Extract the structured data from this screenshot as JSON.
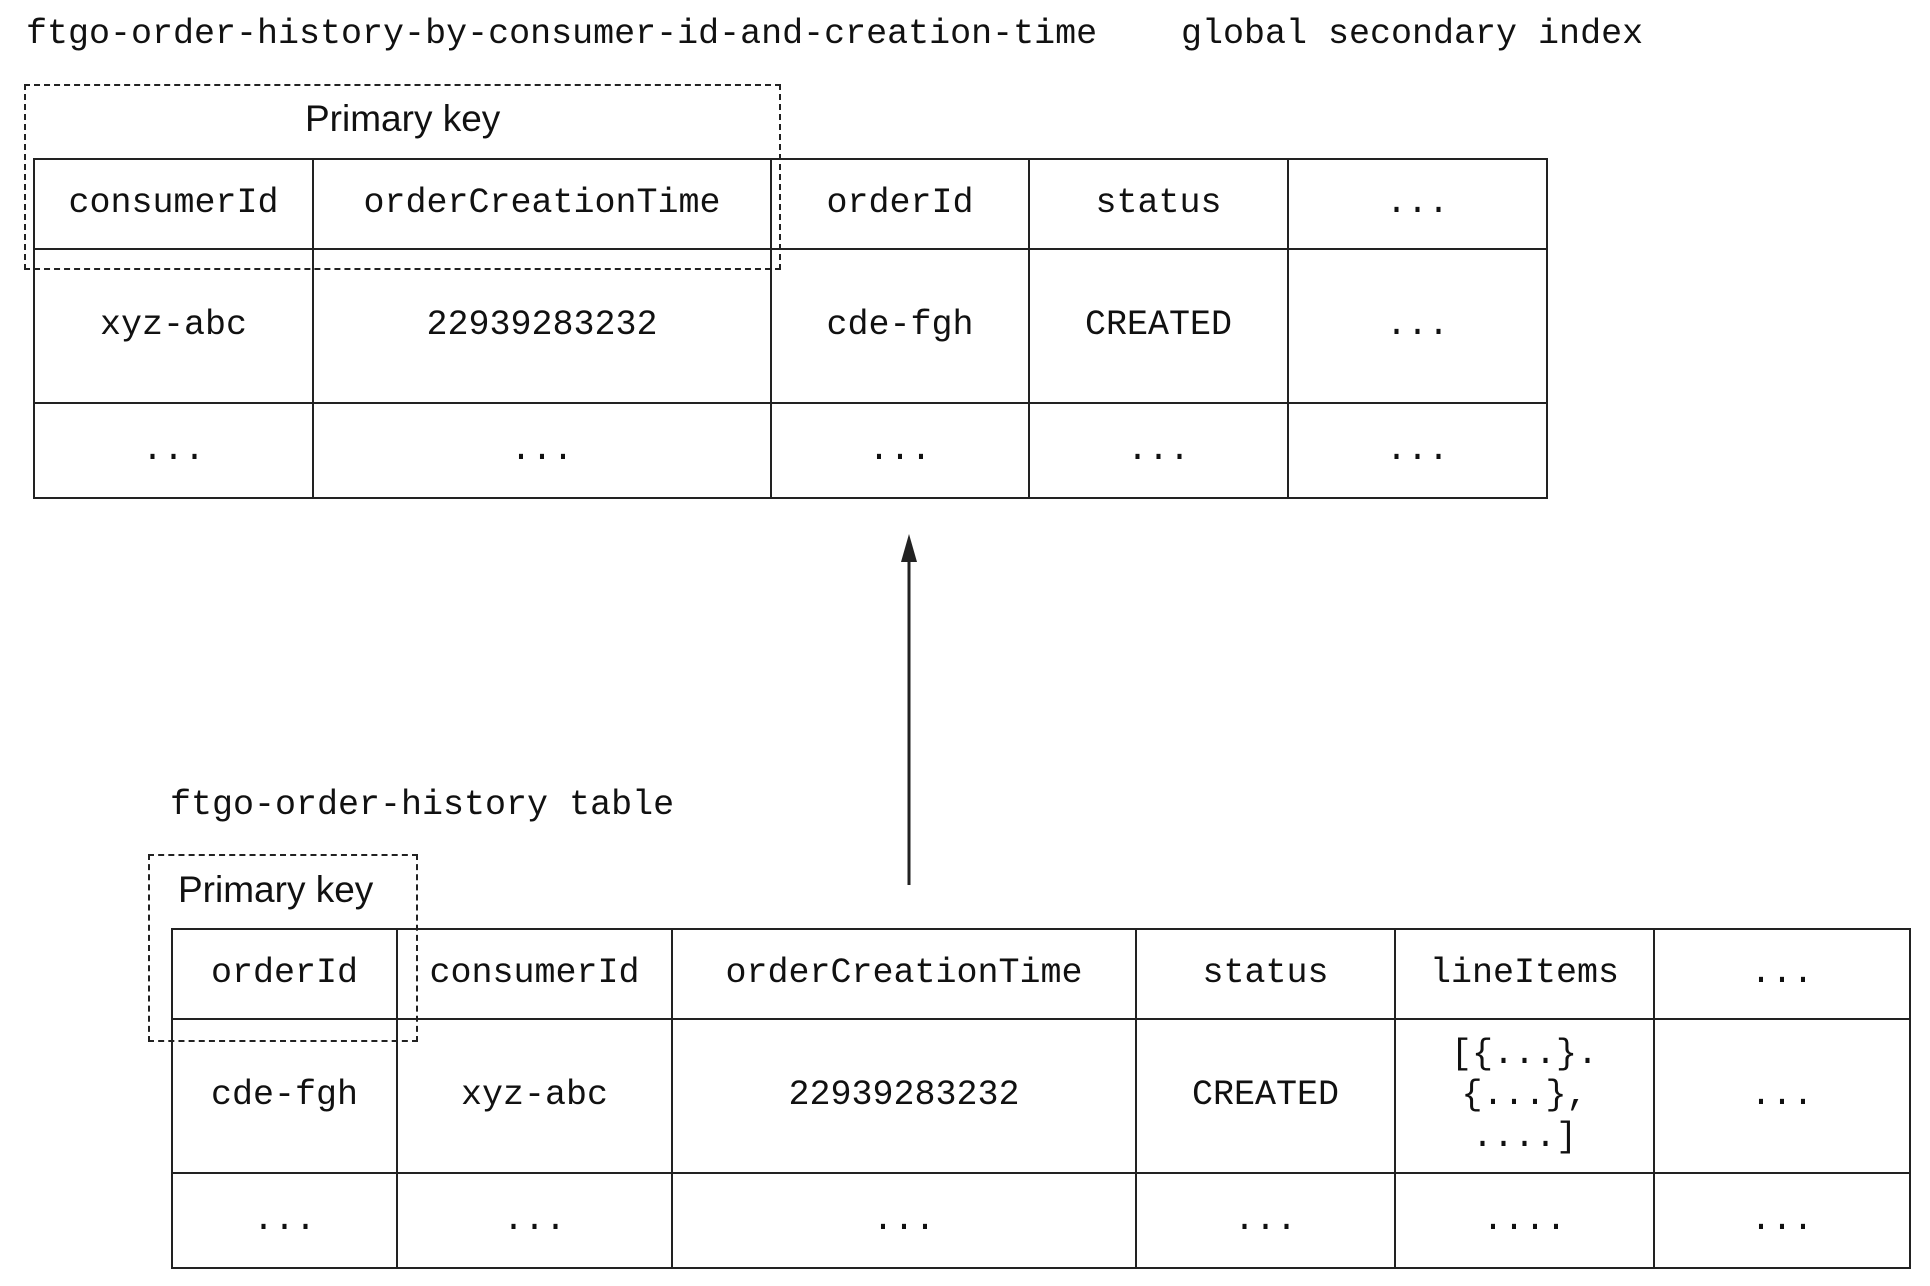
{
  "index_caption": {
    "name": "ftgo-order-history-by-consumer-id-and-creation-time",
    "kind": "global secondary index"
  },
  "index_table": {
    "primary_key_label": "Primary key",
    "columns": [
      "consumerId",
      "orderCreationTime",
      "orderId",
      "status",
      "..."
    ],
    "rows": [
      [
        "xyz-abc",
        "22939283232",
        "cde-fgh",
        "CREATED",
        "..."
      ],
      [
        "...",
        "...",
        "...",
        "...",
        "..."
      ]
    ]
  },
  "base_caption": "ftgo-order-history table",
  "base_table": {
    "primary_key_label": "Primary key",
    "columns": [
      "orderId",
      "consumerId",
      "orderCreationTime",
      "status",
      "lineItems",
      "..."
    ],
    "rows": [
      [
        "cde-fgh",
        "xyz-abc",
        "22939283232",
        "CREATED",
        "[{...}.\n{...},\n....]",
        "..."
      ],
      [
        "...",
        "...",
        "...",
        "...",
        "....",
        "..."
      ]
    ]
  },
  "colors": {
    "line": "#222222",
    "text": "#111111",
    "background": "#ffffff"
  }
}
